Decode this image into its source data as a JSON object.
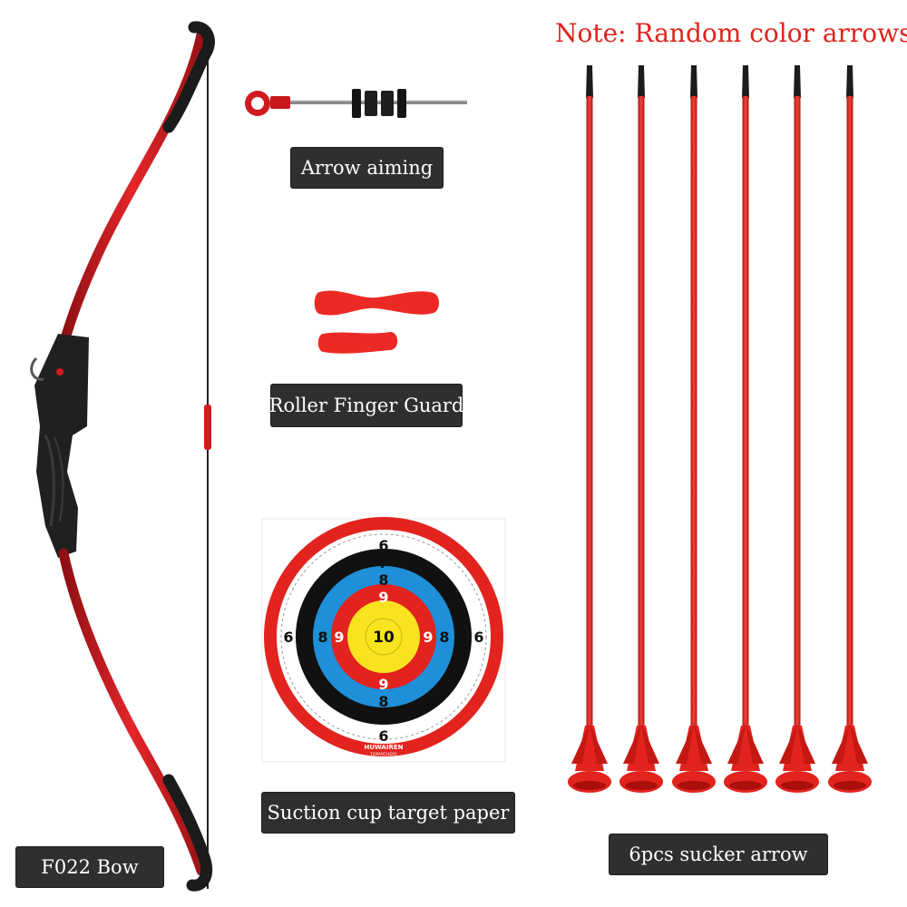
{
  "note": {
    "text": "Note: Random color arrows",
    "color": "#e0231c"
  },
  "labels": {
    "arrow_aiming": "Arrow aiming",
    "finger_guard": "Roller Finger Guard",
    "target_paper": "Suction cup target paper",
    "bow": "F022 Bow",
    "arrows": "6pcs sucker arrow"
  },
  "target": {
    "brand": "HUWAIREN",
    "brand_sub": "TOPARCHERY",
    "ring_numbers": {
      "ring6": "6",
      "ring7": "7",
      "ring8": "8",
      "ring9": "9",
      "center": "10"
    }
  },
  "colors": {
    "bow_limb": "#c8171d",
    "grip": "#1f1f1f",
    "arrow_shaft": "#dd1c16",
    "suction_cup": "#e2231e",
    "label_bg": "#2f2f2f",
    "target_red": "#e2231e",
    "target_blue": "#1e8fd8",
    "target_yellow": "#f8e31e"
  },
  "icons": [
    "bow-icon",
    "arrow-sight-icon",
    "finger-guard-icon",
    "target-icon",
    "sucker-arrow-icon"
  ]
}
